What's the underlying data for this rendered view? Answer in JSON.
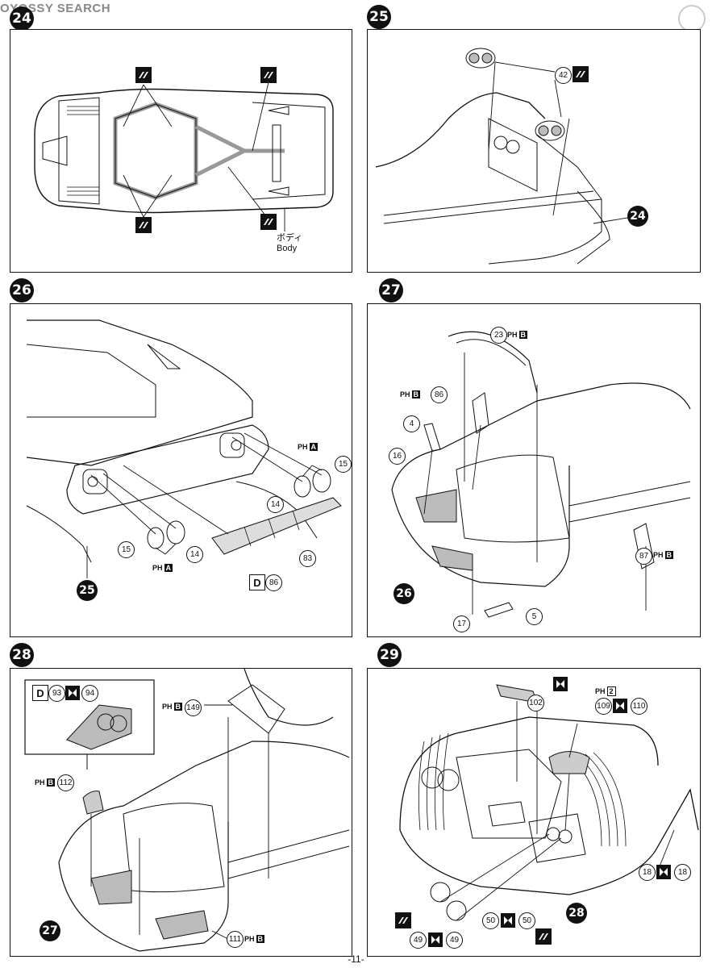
{
  "watermark": "OYOSSY SEARCH",
  "page_number": "-11-",
  "steps": [
    {
      "number": "24",
      "body_label_jp": "ボディ",
      "body_label_en": "Body"
    },
    {
      "number": "25",
      "parts": [
        "42"
      ],
      "ref_step": "24"
    },
    {
      "number": "26",
      "parts": [
        "15",
        "14",
        "14",
        "15",
        "83"
      ],
      "paint": "A",
      "paint_label": "PH",
      "decal_letter": "D",
      "decal_part": "86",
      "ref_step": "25"
    },
    {
      "number": "27",
      "parts": [
        "23",
        "86",
        "4",
        "16",
        "87",
        "17",
        "5"
      ],
      "paint": "B",
      "paint_label": "PH",
      "ref_step": "26"
    },
    {
      "number": "28",
      "parts": [
        "93",
        "94",
        "149",
        "112",
        "111"
      ],
      "paint": "B",
      "paint_label": "PH",
      "decal_letter": "D",
      "ref_step": "27"
    },
    {
      "number": "29",
      "parts": [
        "102",
        "109",
        "110",
        "18",
        "18",
        "49",
        "49",
        "50",
        "50"
      ],
      "paint": "2",
      "paint_label": "PH",
      "ref_step": "28"
    }
  ]
}
